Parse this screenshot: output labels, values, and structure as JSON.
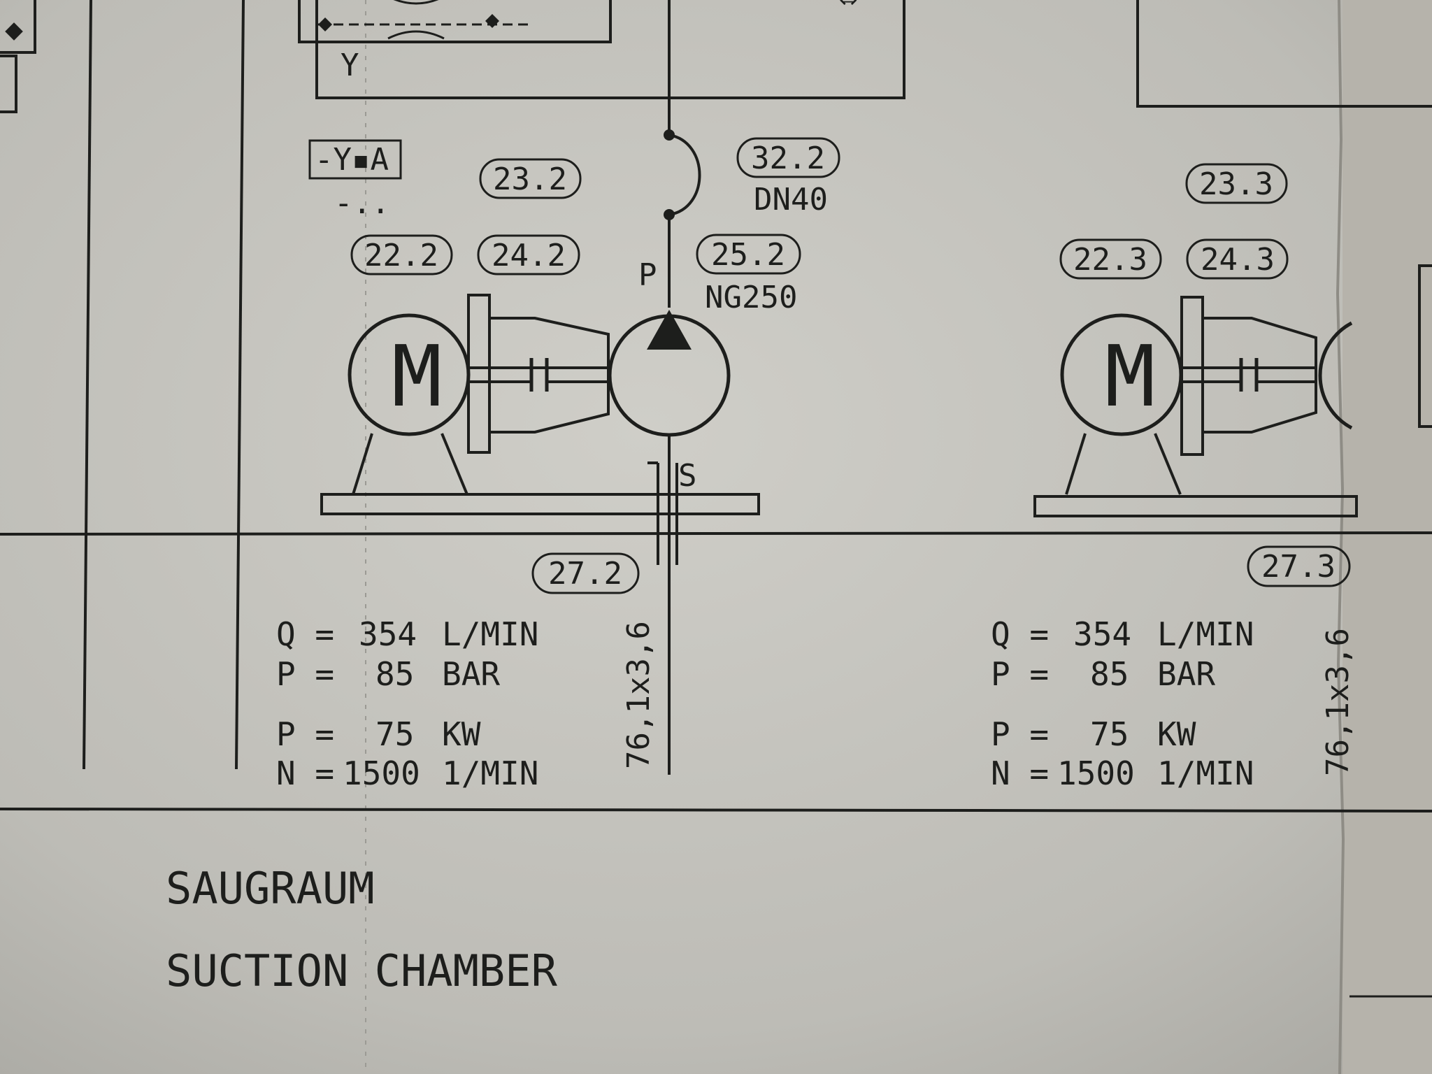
{
  "symbols": {
    "motor_letter": "M",
    "pump_port": "P",
    "drain_port": "S",
    "valve_letter": "Y",
    "valve_tag": "-Y▪A",
    "valve_dots": "-.."
  },
  "tags": {
    "t322": "32.2",
    "t232": "23.2",
    "t222": "22.2",
    "t242": "24.2",
    "t252": "25.2",
    "t272": "27.2",
    "t233": "23.3",
    "t223": "22.3",
    "t243": "24.3",
    "t273": "27.3"
  },
  "pipe_labels": {
    "dn40": "DN40",
    "ng250": "NG250",
    "pipe_left": "76,1x3,6",
    "pipe_right": "76,1x3,6"
  },
  "specs": [
    {
      "q_label": "Q =",
      "q_value": "354",
      "q_unit": "L/MIN",
      "p_label": "P =",
      "p_value": "85",
      "p_unit": "BAR",
      "pw_label": "P =",
      "pw_value": "75",
      "pw_unit": "KW",
      "n_label": "N =",
      "n_value": "1500",
      "n_unit": "1/MIN"
    },
    {
      "q_label": "Q =",
      "q_value": "354",
      "q_unit": "L/MIN",
      "p_label": "P =",
      "p_value": "85",
      "p_unit": "BAR",
      "pw_label": "P =",
      "pw_value": "75",
      "pw_unit": "KW",
      "n_label": "N =",
      "n_value": "1500",
      "n_unit": "1/MIN"
    }
  ],
  "footer": {
    "line1": "SAUGRAUM",
    "line2": "SUCTION CHAMBER"
  }
}
